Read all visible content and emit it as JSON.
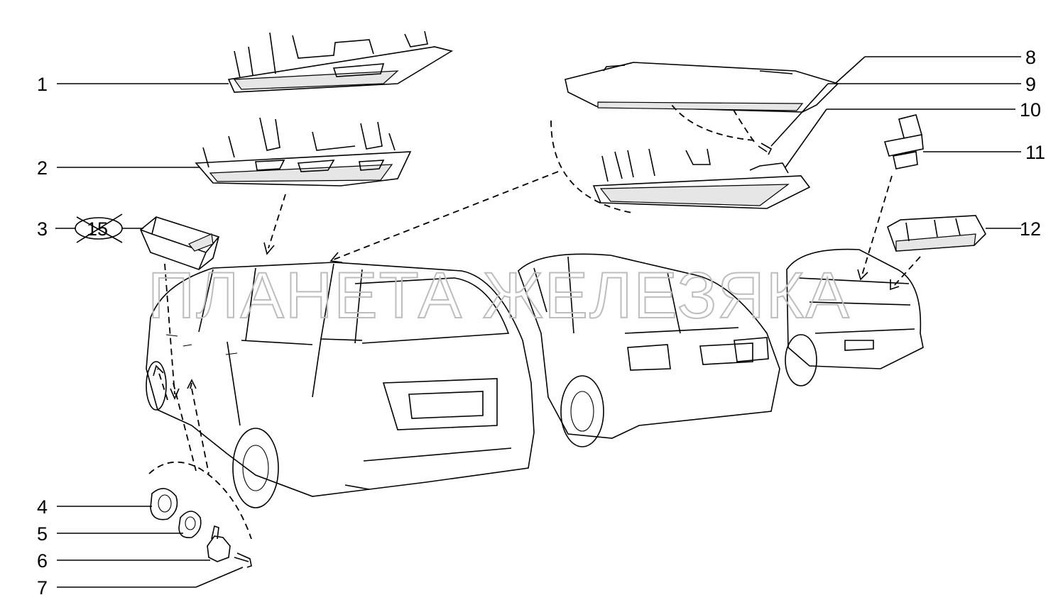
{
  "watermark": "ПЛАНЕТА ЖЕЛЕЗЯКА",
  "callouts": [
    {
      "id": "1",
      "label": "1"
    },
    {
      "id": "2",
      "label": "2"
    },
    {
      "id": "3",
      "label": "3"
    },
    {
      "id": "3-ref",
      "label": "15"
    },
    {
      "id": "4",
      "label": "4"
    },
    {
      "id": "5",
      "label": "5"
    },
    {
      "id": "6",
      "label": "6"
    },
    {
      "id": "7",
      "label": "7"
    },
    {
      "id": "8",
      "label": "8"
    },
    {
      "id": "9",
      "label": "9"
    },
    {
      "id": "10",
      "label": "10"
    },
    {
      "id": "11",
      "label": "11"
    },
    {
      "id": "12",
      "label": "12"
    }
  ]
}
